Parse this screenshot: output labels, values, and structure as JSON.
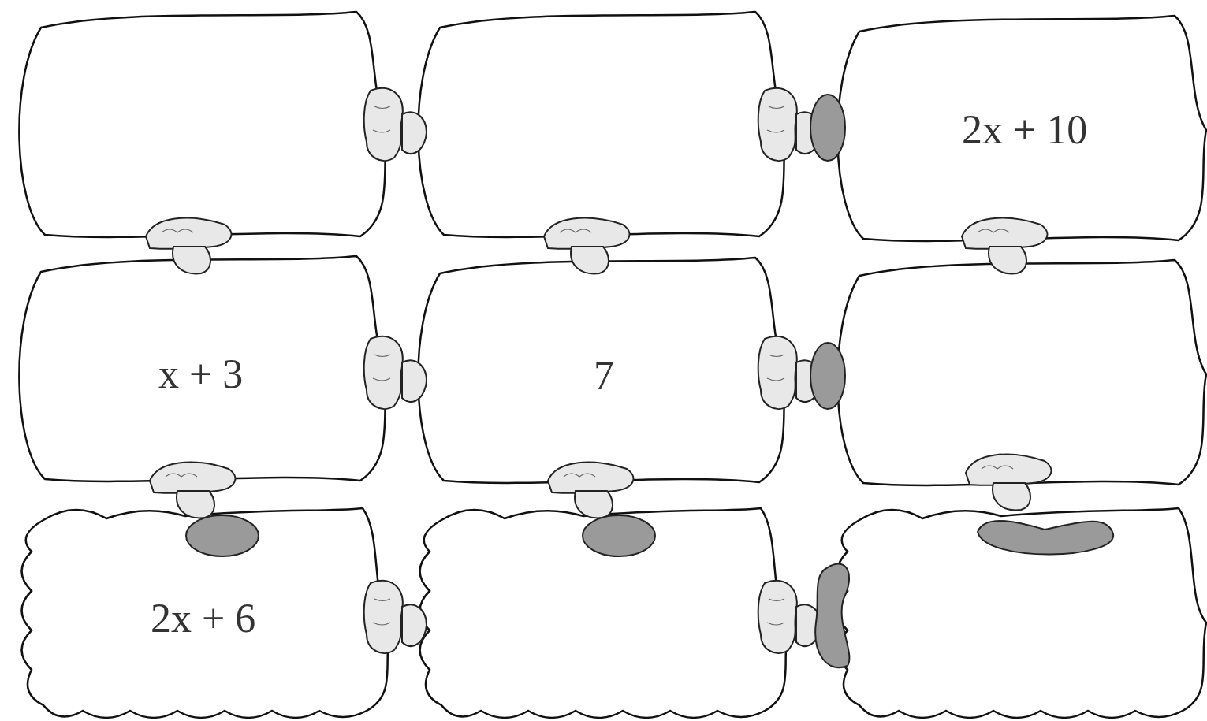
{
  "diagram": {
    "nodes": [
      {
        "text": [
          "2x + 10"
        ]
      },
      {
        "text": [
          "x + 3"
        ]
      },
      {
        "text": [
          "7"
        ]
      },
      {
        "text": [
          "2x + 6"
        ]
      }
    ]
  }
}
